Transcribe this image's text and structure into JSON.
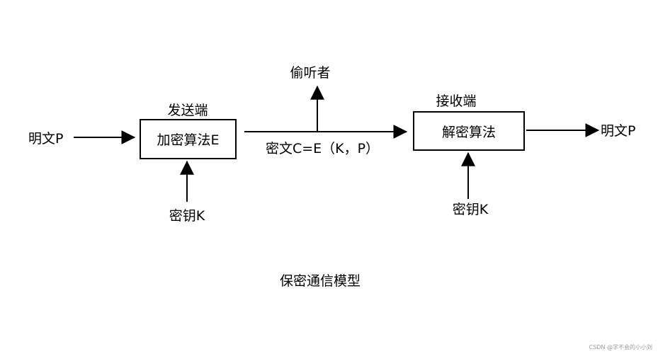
{
  "diagram": {
    "input_plaintext": "明文P",
    "sender_label": "发送端",
    "encrypt_box": "加密算法E",
    "key_left": "密钥K",
    "channel_label": "密文C=E（K，P）",
    "eavesdropper": "偷听者",
    "receiver_label": "接收端",
    "decrypt_box": "解密算法",
    "key_right": "密钥K",
    "output_plaintext": "明文P",
    "caption": "保密通信模型"
  },
  "watermark": "CSDN @学不会的小小刘"
}
